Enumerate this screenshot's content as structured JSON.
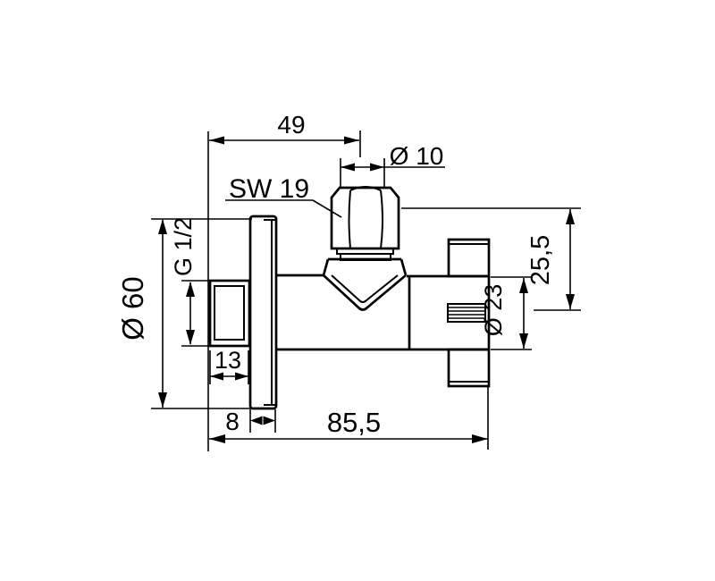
{
  "page": {
    "background_color": "#ffffff",
    "line_color": "#000000"
  },
  "drawing": {
    "dimensions": {
      "wall_to_nut_axis": "49",
      "inlet_pipe_diameter": "Ø 10",
      "nut_wrench_size": "SW 19",
      "inlet_thread": "G 1/2",
      "rosette_diameter": "Ø 60",
      "thread_length": "13",
      "rosette_depth": "8",
      "total_depth": "85,5",
      "axis_to_inlet_offset": "25,5",
      "outlet_diameter": "Ø 23"
    }
  }
}
